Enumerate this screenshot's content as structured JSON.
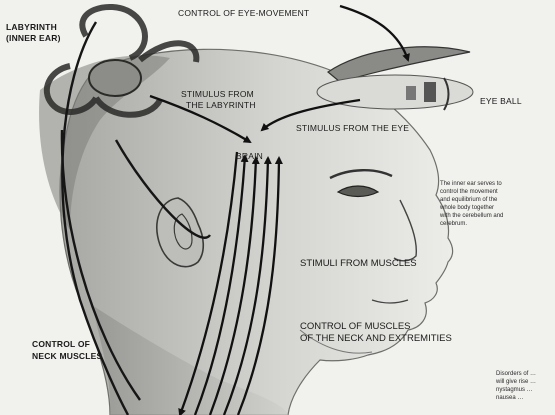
{
  "labels": {
    "labyrinth": "LABYRINTH",
    "inner_ear": "(INNER EAR)",
    "control_eye_movement": "CONTROL OF EYE-MOVEMENT",
    "eye_ball": "EYE BALL",
    "stimulus_labyrinth_1": "STIMULUS FROM",
    "stimulus_labyrinth_2": "THE LABYRINTH",
    "stimulus_eye": "STIMULUS FROM THE EYE",
    "brain": "BRAIN",
    "stimuli_muscles": "STIMULI FROM MUSCLES",
    "control_neck_1": "CONTROL OF",
    "control_neck_2": "NECK MUSCLES",
    "control_extremities_1": "CONTROL OF MUSCLES",
    "control_extremities_2": "OF THE NECK AND EXTREMITIES"
  },
  "notes": {
    "inner_ear_note": [
      "The inner ear serves to",
      "control the movement",
      "and equilibrium of the",
      "whole body together",
      "with the cerebellum and",
      "cerebrum."
    ],
    "corner_note": [
      "Disorders of …",
      "will give rise …",
      "nystagmus …",
      "nausea …"
    ]
  },
  "colors": {
    "background": "#f1f1ee",
    "ink": "#1a1a1a",
    "shade": "#9a9a96"
  }
}
